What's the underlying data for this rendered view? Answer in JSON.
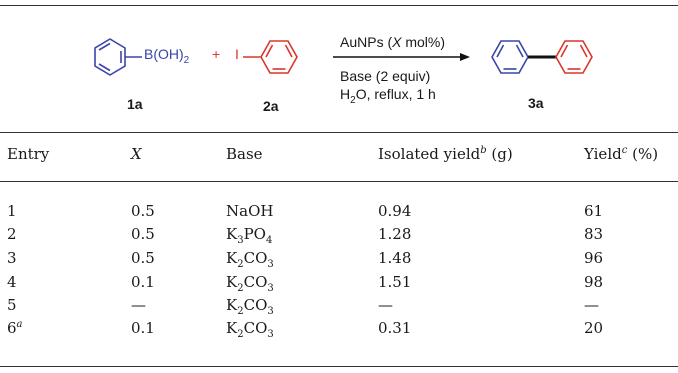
{
  "scheme": {
    "reagent1_group": "B(OH)",
    "reagent1_sub": "2",
    "plus": "+",
    "iodo": "I",
    "label_1a": "1a",
    "label_2a": "2a",
    "label_3a": "3a",
    "cond_line1_pre": "AuNPs (",
    "cond_line1_x": "X",
    "cond_line1_post": " mol%)",
    "cond_line2": "Base (2 equiv)",
    "cond_line3_pre": "H",
    "cond_line3_sub": "2",
    "cond_line3_post": "O, reflux, 1 h",
    "colors": {
      "blue_ring": "#3a45a8",
      "red_ring": "#d9362c",
      "iodo_red": "#d9362c",
      "bond": "#111111"
    }
  },
  "table": {
    "headers": {
      "entry": "Entry",
      "x": "X",
      "base": "Base",
      "isolated_pre": "Isolated yield",
      "isolated_sup": "b",
      "isolated_post": " (g)",
      "yield_pre": "Yield",
      "yield_sup": "c",
      "yield_post": " (%)"
    },
    "rows": [
      {
        "entry": "1",
        "entry_sup": "",
        "x": "0.5",
        "base_pre": "NaOH",
        "base_sub1": "",
        "base_mid": "",
        "base_sub2": "",
        "iso": "0.94",
        "yield": "61"
      },
      {
        "entry": "2",
        "entry_sup": "",
        "x": "0.5",
        "base_pre": "K",
        "base_sub1": "3",
        "base_mid": "PO",
        "base_sub2": "4",
        "iso": "1.28",
        "yield": "83"
      },
      {
        "entry": "3",
        "entry_sup": "",
        "x": "0.5",
        "base_pre": "K",
        "base_sub1": "2",
        "base_mid": "CO",
        "base_sub2": "3",
        "iso": "1.48",
        "yield": "96"
      },
      {
        "entry": "4",
        "entry_sup": "",
        "x": "0.1",
        "base_pre": "K",
        "base_sub1": "2",
        "base_mid": "CO",
        "base_sub2": "3",
        "iso": "1.51",
        "yield": "98"
      },
      {
        "entry": "5",
        "entry_sup": "",
        "x": "—",
        "base_pre": "K",
        "base_sub1": "2",
        "base_mid": "CO",
        "base_sub2": "3",
        "iso": "—",
        "yield": "—"
      },
      {
        "entry": "6",
        "entry_sup": "a",
        "x": "0.1",
        "base_pre": "K",
        "base_sub1": "2",
        "base_mid": "CO",
        "base_sub2": "3",
        "iso": "0.31",
        "yield": "20"
      }
    ]
  }
}
